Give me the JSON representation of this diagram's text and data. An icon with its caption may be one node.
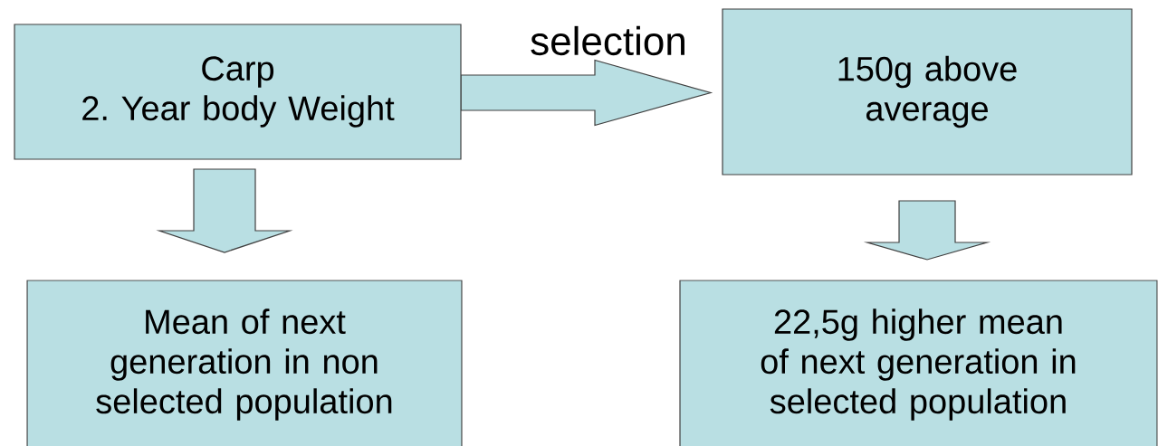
{
  "diagram": {
    "nodes": [
      {
        "text": [
          "Carp",
          "2. Year body Weight"
        ]
      },
      {
        "text": [
          "150g above average"
        ]
      },
      {
        "text": [
          "Mean of next generation in non selected population"
        ]
      },
      {
        "text": [
          "22,5g higher mean of next generation in selected population"
        ]
      }
    ],
    "edges": [
      {
        "from": 0,
        "to": 1,
        "arrow": "to",
        "label": "selection"
      },
      {
        "from": 0,
        "to": 2,
        "arrow": "to"
      },
      {
        "from": 1,
        "to": 3,
        "arrow": "to"
      }
    ]
  }
}
